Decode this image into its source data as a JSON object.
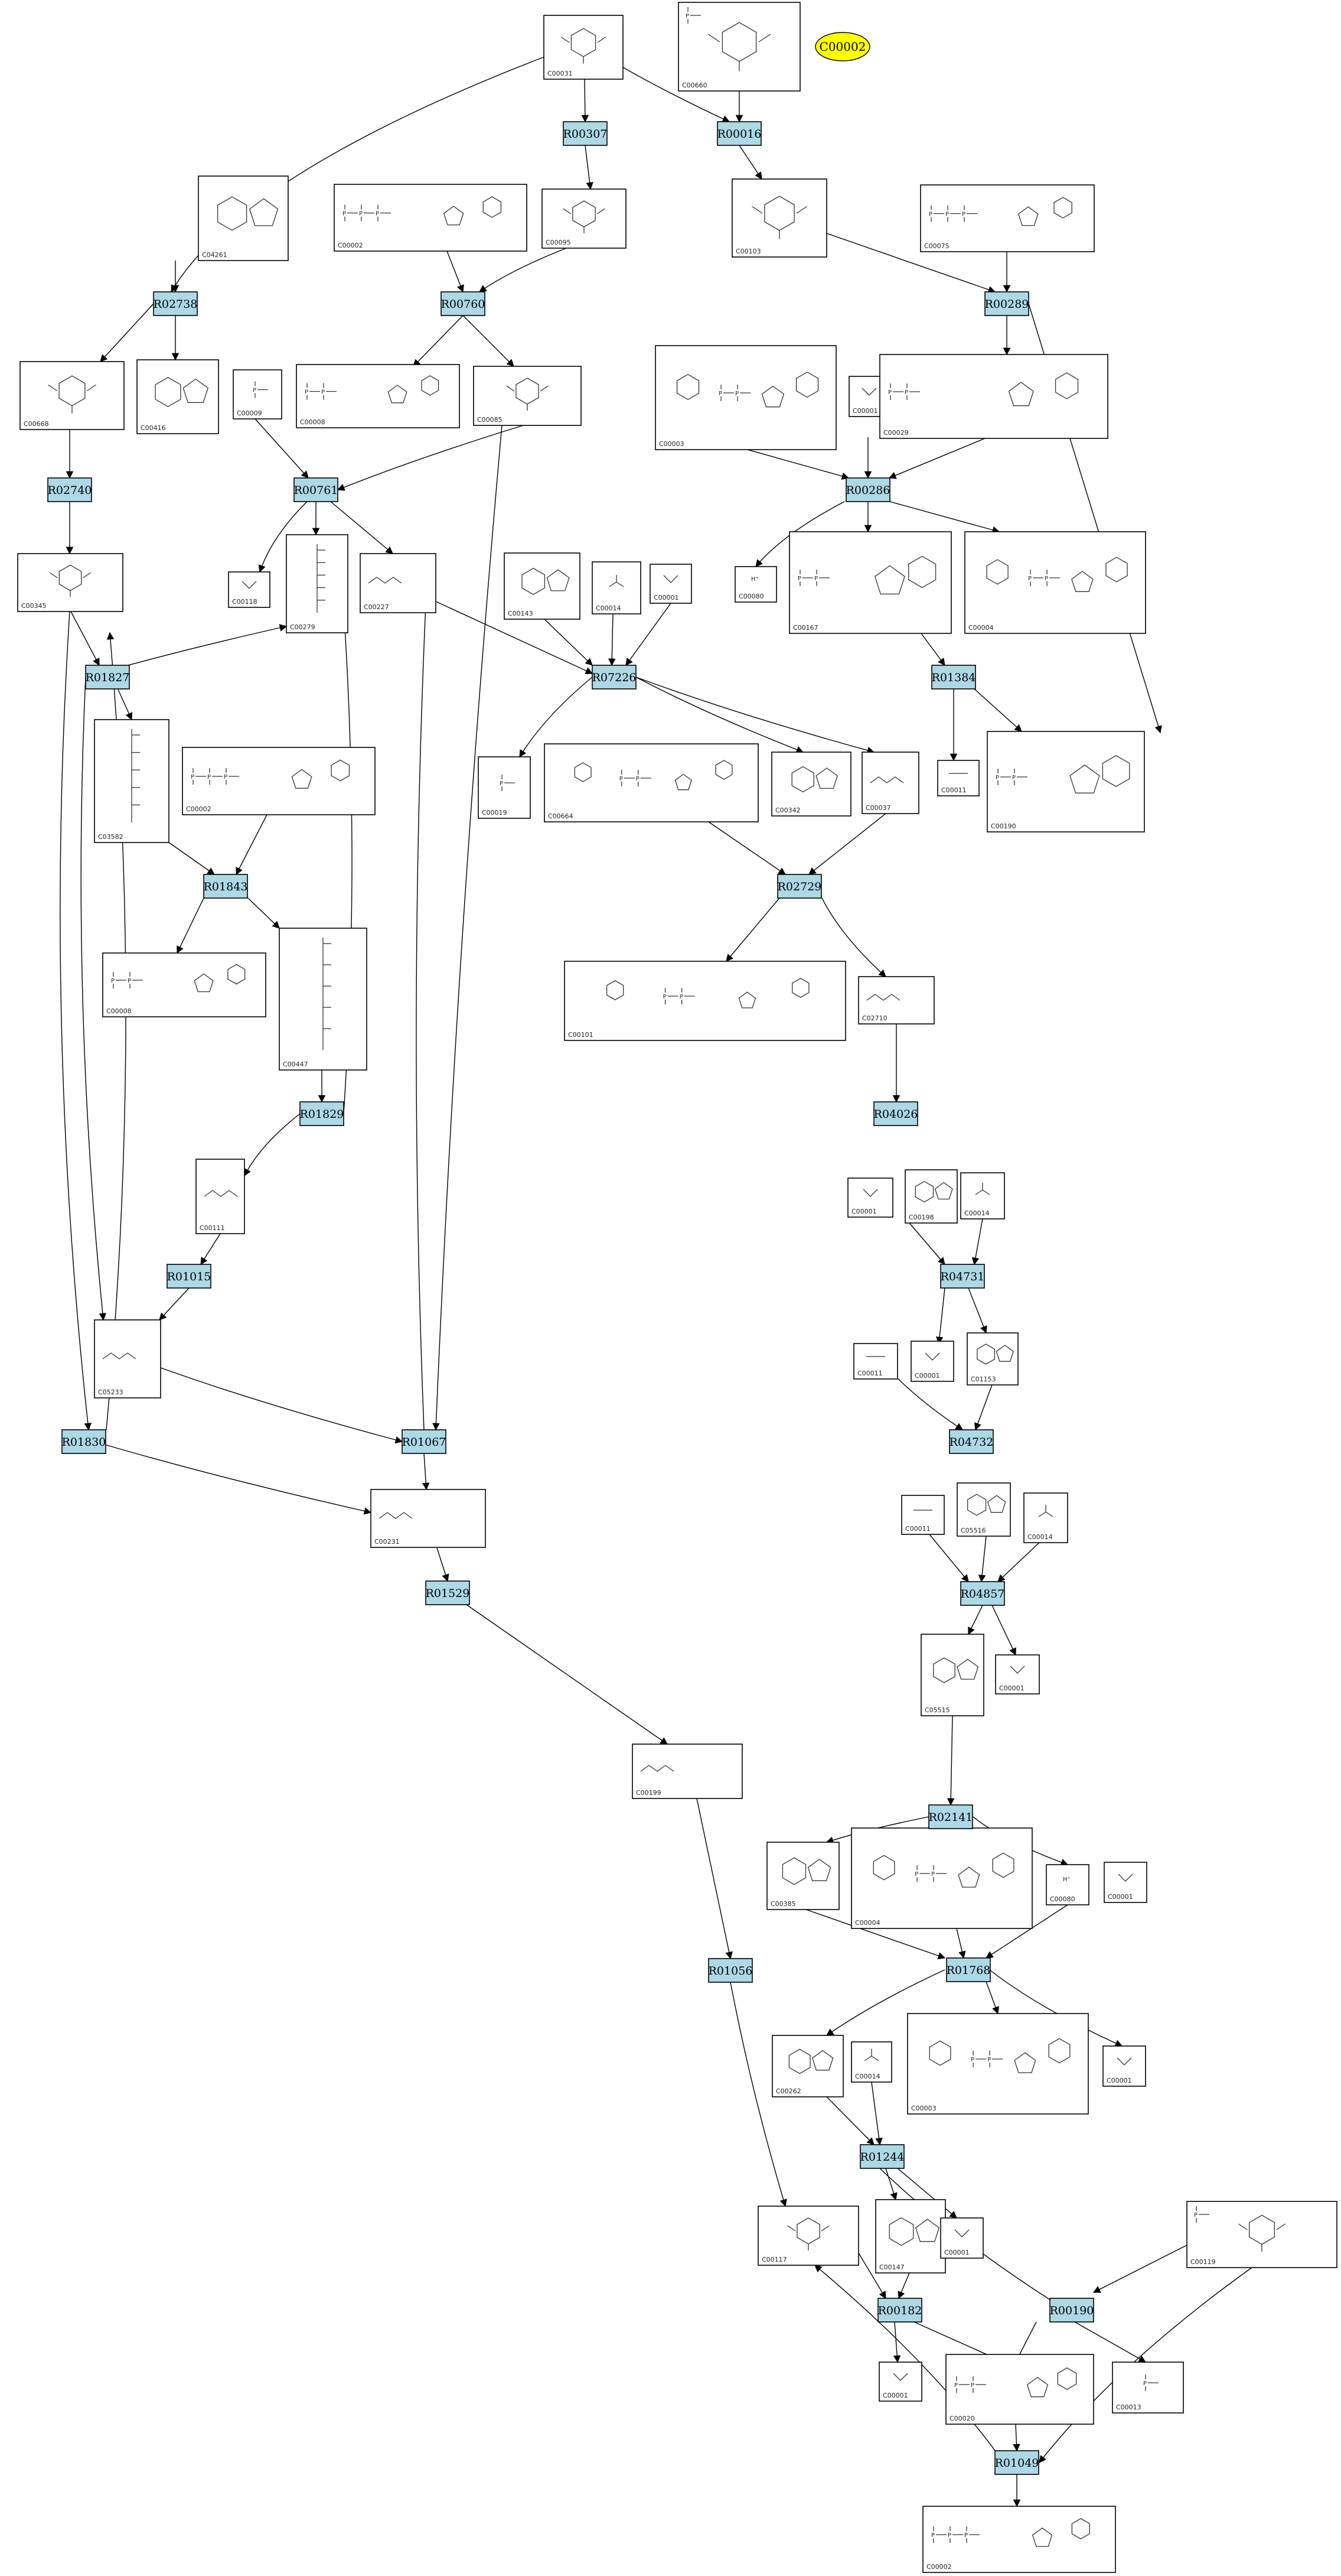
{
  "highlight": {
    "label": "C00002",
    "color": "#ffff00"
  },
  "colors": {
    "reaction": "#add8e6",
    "compound_border": "#000000",
    "edge": "#000000"
  },
  "reactions": [
    "R00307",
    "R00016",
    "R02738",
    "R00760",
    "R00289",
    "R02740",
    "R00761",
    "R00286",
    "R01827",
    "R07226",
    "R01384",
    "R01843",
    "R02729",
    "R01829",
    "R04026",
    "R01015",
    "R04731",
    "R01830",
    "R01067",
    "R04732",
    "R01529",
    "R04857",
    "R02141",
    "R01056",
    "R01768",
    "R01244",
    "R00182",
    "R00190",
    "R01049"
  ],
  "compounds": [
    "C00031",
    "C00660",
    "C04261",
    "C00002",
    "C00095",
    "C00103",
    "C00075",
    "C00668",
    "C00416",
    "C00009",
    "C00008",
    "C00085",
    "C00003",
    "C00001",
    "C00029",
    "C00279",
    "C00227",
    "C00345",
    "C00143",
    "C00014",
    "C00001",
    "C00080",
    "C00167",
    "C00004",
    "C00118",
    "C00019",
    "C00664",
    "C00342",
    "C00037",
    "C00011",
    "C00190",
    "C03582",
    "C00002",
    "C00008",
    "C00447",
    "C00101",
    "C02710",
    "C00111",
    "C00001",
    "C00198",
    "C00014",
    "C01153",
    "C00011",
    "C00001",
    "C05233",
    "C00231",
    "C00011",
    "C05516",
    "C00014",
    "C00199",
    "C05515",
    "C00001",
    "C00385",
    "C00004",
    "C00080",
    "C00001",
    "C00262",
    "C00014",
    "C00003",
    "C00001",
    "C00117",
    "C00147",
    "C00001",
    "C00119",
    "C00001",
    "C00020",
    "C00013",
    "C00002"
  ]
}
